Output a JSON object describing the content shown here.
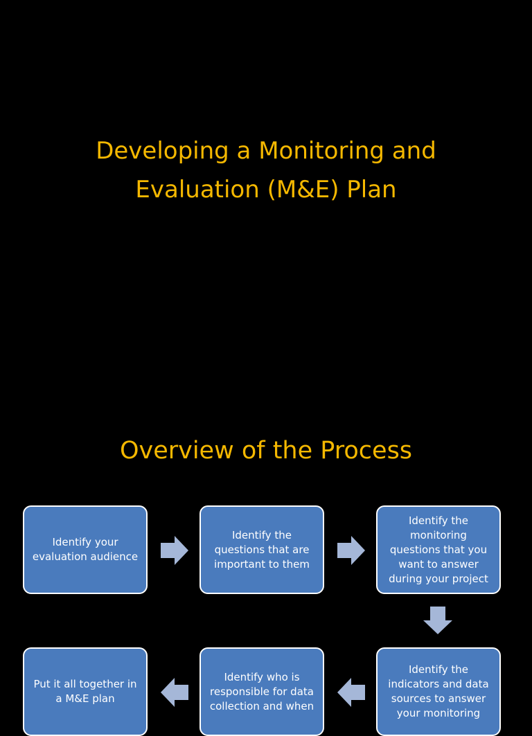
{
  "slide1": {
    "title_lines": [
      "Developing a Monitoring and",
      "Evaluation (M&E) Plan"
    ]
  },
  "slide2": {
    "title": "Overview of the Process",
    "steps": [
      {
        "text": "Identify your evaluation audience"
      },
      {
        "text": "Identify the questions that are important to them"
      },
      {
        "text": "Identify the monitoring questions that you want to answer during your project"
      },
      {
        "text": "Identify the indicators and data sources to answer your monitoring"
      },
      {
        "text": "Identify who is responsible for data collection and when"
      },
      {
        "text": "Put it all together in a M&E plan"
      }
    ],
    "box_color": "#4a7bbd",
    "arrow_color": "#a5b7d8",
    "title_color": "#f5b800"
  }
}
